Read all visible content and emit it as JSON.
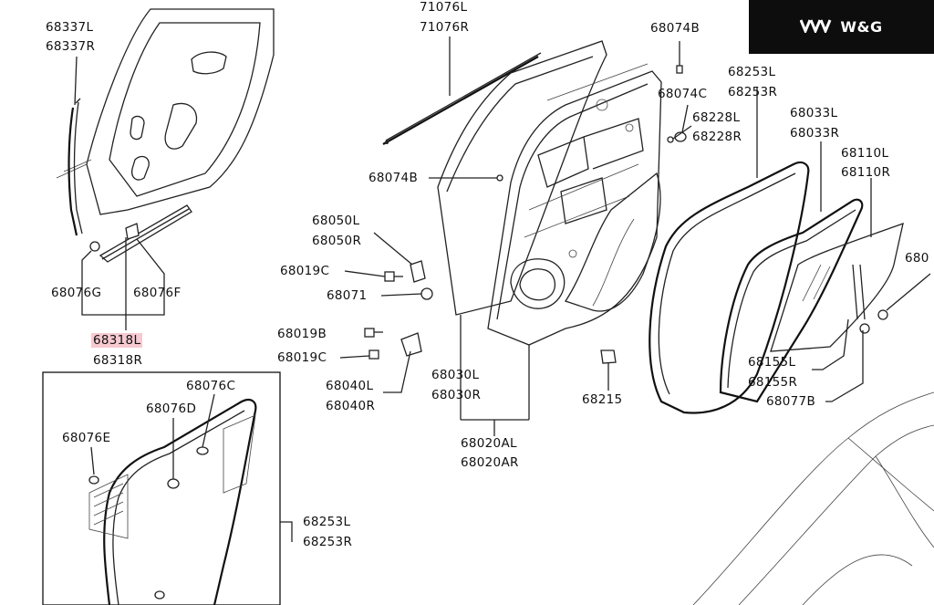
{
  "brand": {
    "text": "W&G",
    "mark_icon": "triple-v-icon",
    "background": "#0d0d0d"
  },
  "highlight_color": "#f7c9d0",
  "labels": {
    "l68337L": "68337L",
    "l68337R": "68337R",
    "l71076L": "71076L",
    "l71076R": "71076R",
    "l68074B_top": "68074B",
    "l68253L_top": "68253L",
    "l68253R_top": "68253R",
    "l68074C": "68074C",
    "l68228L": "68228L",
    "l68228R": "68228R",
    "l68033L": "68033L",
    "l68033R": "68033R",
    "l68110L": "68110L",
    "l68110R": "68110R",
    "l680_trunc": "680",
    "l68074B_mid": "68074B",
    "l68050L": "68050L",
    "l68050R": "68050R",
    "l68019C_top": "68019C",
    "l68071": "68071",
    "l68076G": "68076G",
    "l68076F": "68076F",
    "l68318L": "68318L",
    "l68318R": "68318R",
    "l68019B": "68019B",
    "l68019C_low": "68019C",
    "l68040L": "68040L",
    "l68040R": "68040R",
    "l68030L": "68030L",
    "l68030R": "68030R",
    "l68215": "68215",
    "l68155L": "68155L",
    "l68155R": "68155R",
    "l68077B": "68077B",
    "l68020AL": "68020AL",
    "l68020AR": "68020AR",
    "l68076C": "68076C",
    "l68076D": "68076D",
    "l68076E": "68076E",
    "l68253L_low": "68253L",
    "l68253R_low": "68253R"
  }
}
